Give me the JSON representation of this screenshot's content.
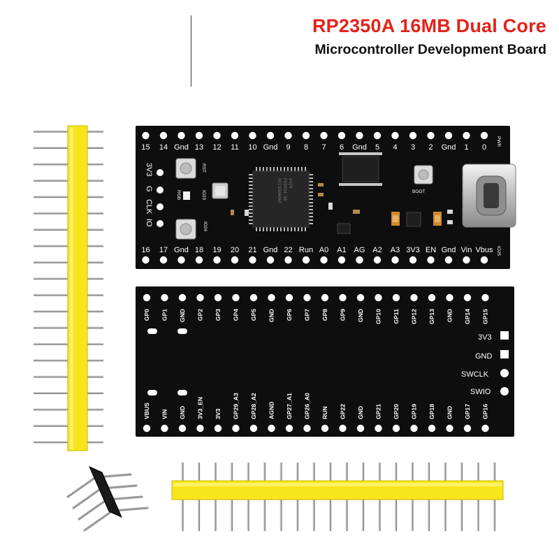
{
  "title": "RP2350A 16MB Dual Core",
  "subtitle": "Microcontroller Development Board",
  "front": {
    "top_labels": [
      "15",
      "14",
      "Gnd",
      "13",
      "12",
      "11",
      "10",
      "Gnd",
      "9",
      "8",
      "7",
      "6",
      "Gnd",
      "5",
      "4",
      "3",
      "2",
      "Gnd",
      "1",
      "0"
    ],
    "bottom_labels": [
      "16",
      "17",
      "Gnd",
      "18",
      "19",
      "20",
      "21",
      "Gnd",
      "22",
      "Run",
      "A0",
      "A1",
      "AG",
      "A2",
      "A3",
      "3V3",
      "EN",
      "Gnd",
      "Vin",
      "Vbus"
    ],
    "left_labels": [
      "3V3",
      "G",
      "CLK",
      "IO"
    ],
    "silkscreen": {
      "rst": "RST",
      "boot": "BOOT",
      "pwr": "PWR",
      "rgb": "RGB",
      "io23": "IO23",
      "io24": "IO24",
      "io25": "IO25"
    }
  },
  "back": {
    "top_labels": [
      "GP0",
      "GP1",
      "GND",
      "GP2",
      "GP3",
      "GP4",
      "GP5",
      "GND",
      "GP6",
      "GP7",
      "GP8",
      "GP9",
      "GND",
      "GP10",
      "GP11",
      "GP12",
      "GP13",
      "GND",
      "GP14",
      "GP15"
    ],
    "bottom_labels": [
      "VBUS",
      "VIN",
      "GND",
      "3V3_EN",
      "3V3",
      "GP29_A3",
      "GP28_A2",
      "AGND",
      "GP27_A1",
      "GP26_A0",
      "RUN",
      "GP22",
      "GND",
      "GP21",
      "GP20",
      "GP19",
      "GP18",
      "GND",
      "GP17",
      "GP16"
    ],
    "side_labels": [
      "3V3",
      "GND",
      "SWCLK",
      "SWIO"
    ]
  },
  "accessories": {
    "vertical_header_pins": 20,
    "horizontal_header_pins": 20,
    "right_angle_header_pins": 4,
    "header_color": "#f7e61c"
  },
  "colors": {
    "title": "#e2231a",
    "board": "#0e0e0e",
    "silkscreen": "#ffffff"
  }
}
